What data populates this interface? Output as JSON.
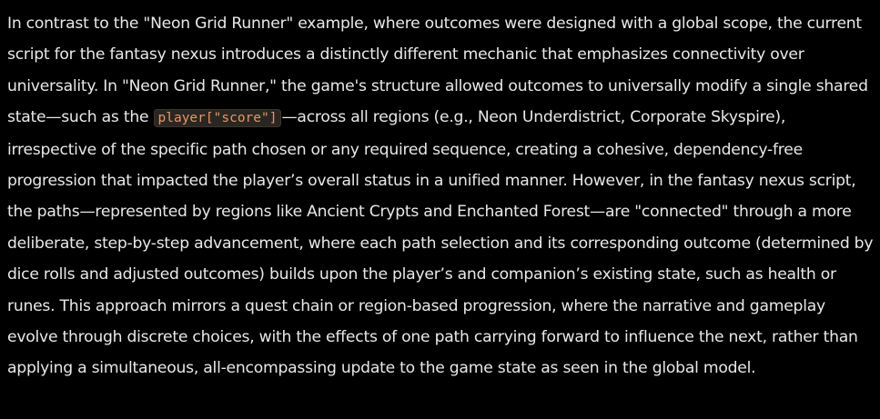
{
  "paragraph": {
    "part1": "In contrast to the \"Neon Grid Runner\" example, where outcomes were designed with a global scope, the current script for the fantasy nexus introduces a distinctly different mechanic that emphasizes connectivity over universality. In \"Neon Grid Runner,\" the game's structure allowed outcomes to universally modify a single shared state—such as the ",
    "code": "player[\"score\"]",
    "part2": "—across all regions (e.g., Neon Underdistrict, Corporate Skyspire), irrespective of the specific path chosen or any required sequence, creating a cohesive, dependency-free progression that impacted the player’s overall status in a unified manner. However, in the fantasy nexus script, the paths—represented by regions like Ancient Crypts and Enchanted Forest—are \"connected\" through a more deliberate, step-by-step advancement, where each path selection and its corresponding outcome (determined by dice rolls and adjusted outcomes) builds upon the player’s and companion’s existing state, such as health or runes. This approach mirrors a quest chain or region-based progression, where the narrative and gameplay evolve through discrete choices, with the effects of one path carrying forward to influence the next, rather than applying a simultaneous, all-encompassing update to the game state as seen in the global model."
  },
  "colors": {
    "background": "#000000",
    "text": "#e8e8e8",
    "code_text": "#e5956b",
    "code_background": "#2a2622"
  }
}
